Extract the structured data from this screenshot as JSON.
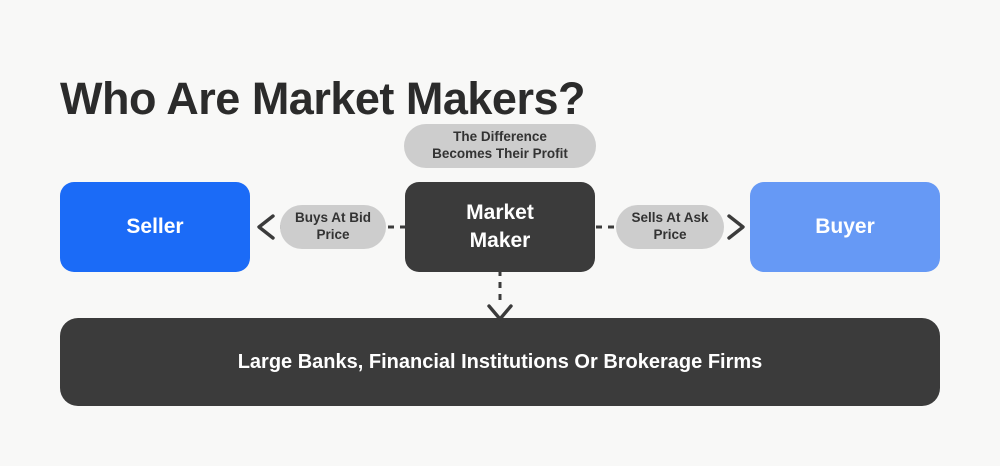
{
  "page": {
    "title": "Who Are Market Makers?",
    "background_color": "#F8F8F7"
  },
  "colors": {
    "title_text": "#2B2B2B",
    "seller_box": "#1B6BF7",
    "market_maker_box": "#3B3B3B",
    "buyer_box": "#6699F5",
    "institutions_box": "#3B3B3B",
    "pill_background": "#CDCDCD",
    "pill_text": "#333333",
    "connector": "#3B3B3B",
    "box_text": "#FFFFFF"
  },
  "nodes": {
    "seller": {
      "label": "Seller"
    },
    "market_maker": {
      "label": "Market\nMaker"
    },
    "buyer": {
      "label": "Buyer"
    },
    "institutions": {
      "label": "Large Banks, Financial Institutions Or Brokerage Firms"
    }
  },
  "pills": {
    "profit": {
      "label": "The Difference\nBecomes Their Profit"
    },
    "bid": {
      "label": "Buys At Bid\nPrice"
    },
    "ask": {
      "label": "Sells At Ask\nPrice"
    }
  },
  "connectors": [
    {
      "name": "market-maker-to-seller",
      "style": "dashed",
      "direction": "left"
    },
    {
      "name": "market-maker-to-buyer",
      "style": "dashed",
      "direction": "right"
    },
    {
      "name": "market-maker-to-institutions",
      "style": "dashed",
      "direction": "down"
    }
  ]
}
